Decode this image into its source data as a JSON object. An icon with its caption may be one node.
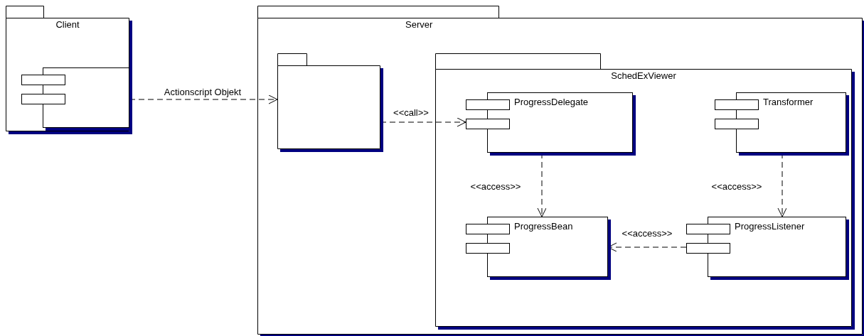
{
  "diagram": {
    "nodes": [
      {
        "text": [
          "Client"
        ]
      },
      {
        "text": [],
        "shape": "component",
        "in": 0
      },
      {
        "text": [
          "Server"
        ]
      },
      {
        "text": [],
        "shape": "folder",
        "in": 2
      },
      {
        "text": [
          "SchedExViewer"
        ],
        "in": 2
      },
      {
        "text": [
          "ProgressDelegate"
        ],
        "in": 4
      },
      {
        "text": [
          "Transformer"
        ],
        "in": 4
      },
      {
        "text": [
          "ProgressBean"
        ],
        "in": 4
      },
      {
        "text": [
          "ProgressListener"
        ],
        "in": 4
      }
    ],
    "edges": [
      {
        "from": 1,
        "to": 3,
        "arrow": "to",
        "label": "Actionscript Objekt",
        "style": "dashed"
      },
      {
        "from": 3,
        "to": 5,
        "arrow": "to",
        "label": "<<call>>",
        "style": "dashed"
      },
      {
        "from": 5,
        "to": 7,
        "arrow": "to",
        "label": "<<access>>",
        "style": "dashed"
      },
      {
        "from": 6,
        "to": 8,
        "arrow": "to",
        "label": "<<access>>",
        "style": "dashed"
      },
      {
        "from": 8,
        "to": 7,
        "arrow": "to",
        "label": "<<access>>",
        "style": "dashed"
      }
    ]
  }
}
